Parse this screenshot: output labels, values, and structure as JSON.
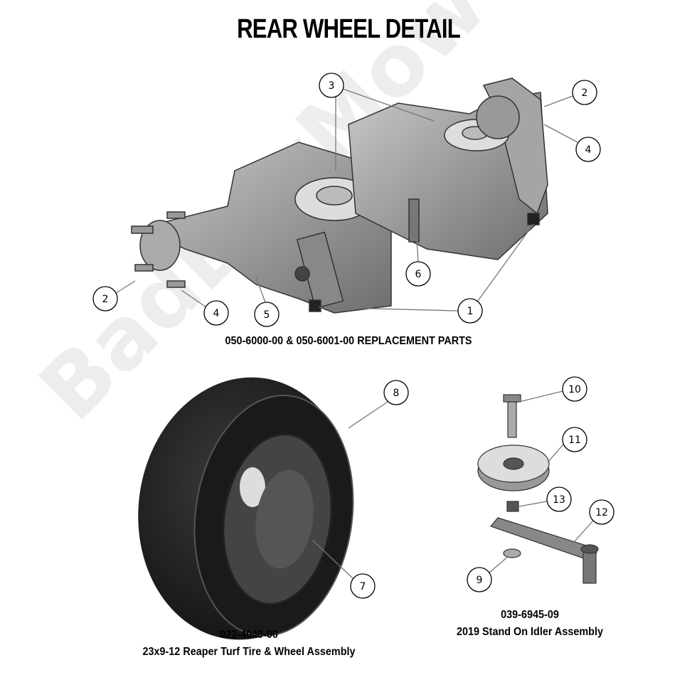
{
  "title": "REAR WHEEL DETAIL",
  "watermark": "BadBoyMowerParts.com",
  "sections": {
    "transaxle": {
      "caption": "050-6000-00 & 050-6001-00 REPLACEMENT PARTS"
    },
    "tire": {
      "part_number": "022-4040-00",
      "description": "23x9-12 Reaper Turf Tire & Wheel Assembly"
    },
    "idler": {
      "part_number": "039-6945-09",
      "description": "2019 Stand On Idler Assembly"
    }
  },
  "callouts": [
    "1",
    "2",
    "2",
    "3",
    "4",
    "4",
    "5",
    "6",
    "7",
    "8",
    "9",
    "10",
    "11",
    "12",
    "13"
  ]
}
